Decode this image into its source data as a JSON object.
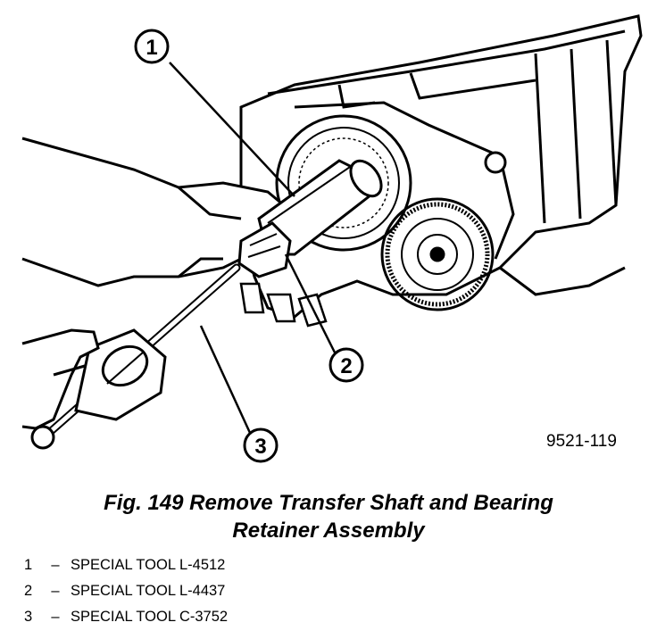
{
  "figure": {
    "id_label": "9521-119",
    "callouts": [
      {
        "number": "1"
      },
      {
        "number": "2"
      },
      {
        "number": "3"
      }
    ]
  },
  "caption": {
    "line1": "Fig. 149 Remove Transfer Shaft and Bearing",
    "line2": "Retainer Assembly"
  },
  "legend": [
    {
      "num": "1",
      "dash": "–",
      "text": "SPECIAL TOOL L-4512"
    },
    {
      "num": "2",
      "dash": "–",
      "text": "SPECIAL TOOL L-4437"
    },
    {
      "num": "3",
      "dash": "–",
      "text": "SPECIAL TOOL C-3752"
    }
  ]
}
